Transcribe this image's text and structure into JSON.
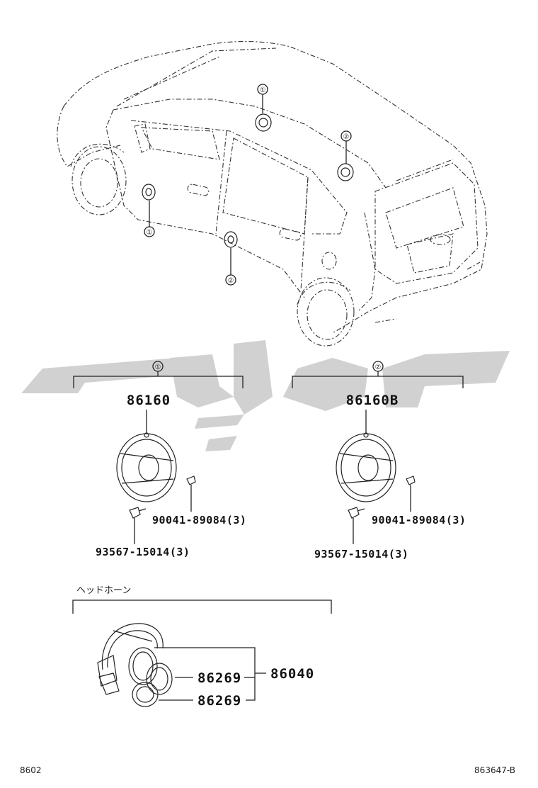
{
  "diagram": {
    "callouts": {
      "one": "①",
      "two": "②"
    },
    "groups": [
      {
        "marker": "①",
        "part_number": "86160",
        "screw_a": "90041-89084(3)",
        "screw_b": "93567-15014(3)"
      },
      {
        "marker": "②",
        "part_number": "86160B",
        "screw_a": "90041-89084(3)",
        "screw_b": "93567-15014(3)"
      }
    ],
    "headphone": {
      "section_label": "ヘッドホーン",
      "assembly_number": "86040",
      "pad_top": "86269",
      "pad_bottom": "86269"
    },
    "footer": {
      "left_code": "8602",
      "right_code": "863647-B"
    }
  }
}
